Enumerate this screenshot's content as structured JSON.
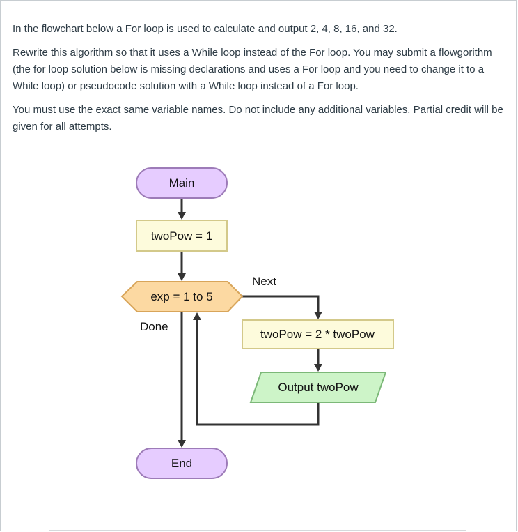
{
  "question": {
    "paragraph1": "In the flowchart below a For loop is used to calculate and output 2, 4, 8, 16, and 32.",
    "paragraph2": "Rewrite this algorithm so that it uses a While loop instead of the For loop. You may submit a flowgorithm (the for loop solution below is missing declarations and uses a For loop and you need to change it to a While loop) or pseudocode solution with a While loop instead of a For loop.",
    "paragraph3": "You must use the exact same variable names. Do not include any additional variables. Partial credit will be given for all attempts."
  },
  "flowchart": {
    "main_label": "Main",
    "assign_label": "twoPow = 1",
    "for_label": "exp = 1 to 5",
    "next_label": "Next",
    "done_label": "Done",
    "body_assign_label": "twoPow = 2 * twoPow",
    "output_label": "Output twoPow",
    "end_label": "End",
    "colors": {
      "terminal_fill": "#e6ccff",
      "terminal_stroke": "#9d7bb8",
      "assign_fill": "#fdfbdc",
      "assign_stroke": "#d3c98a",
      "loop_fill": "#fcd9a2",
      "loop_stroke": "#d8a55a",
      "output_fill": "#cdf4c8",
      "output_stroke": "#7cb878",
      "connector": "#333333"
    }
  }
}
